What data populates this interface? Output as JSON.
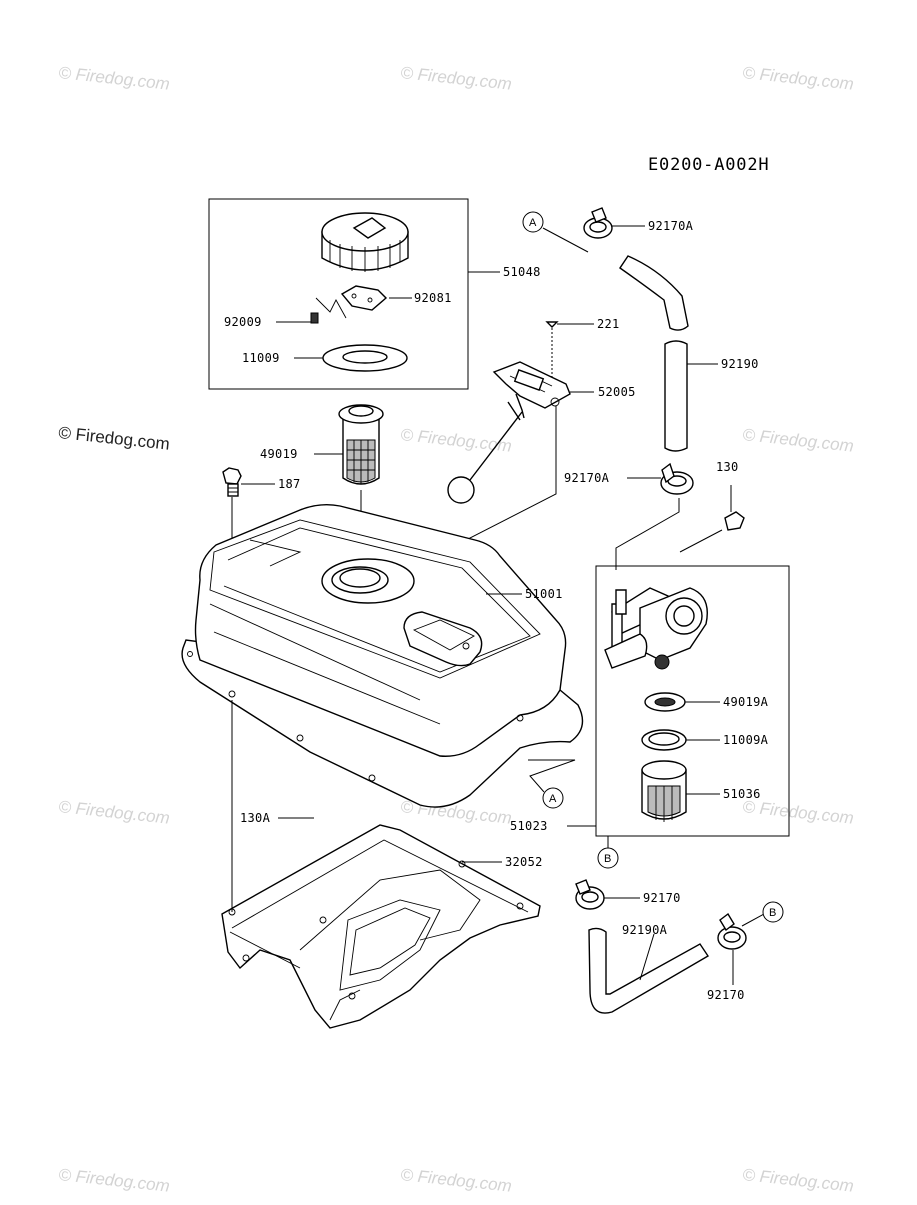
{
  "diagram_code": "E0200-A002H",
  "watermark": "© Firedog.com",
  "watermark_feature": "© Firedog.com",
  "callouts": {
    "p51048": "51048",
    "p92081": "92081",
    "p92009": "92009",
    "p11009": "11009",
    "p49019": "49019",
    "p187": "187",
    "p221": "221",
    "p52005": "52005",
    "p92170A_top": "92170A",
    "p92190": "92190",
    "p92170A_mid": "92170A",
    "p130": "130",
    "p51001": "51001",
    "p49019A": "49019A",
    "p11009A": "11009A",
    "p51036": "51036",
    "p51023": "51023",
    "p130A": "130A",
    "p32052": "32052",
    "p92170_left": "92170",
    "p92190A": "92190A",
    "p92170_bottom": "92170"
  },
  "reference_markers": {
    "a_top": "A",
    "a_bottom": "A",
    "b_middle": "B",
    "b_right": "B"
  }
}
